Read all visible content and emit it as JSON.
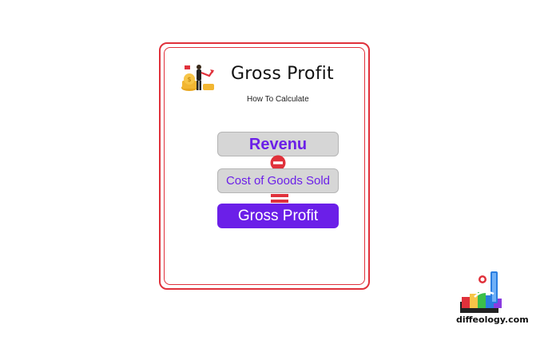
{
  "card": {
    "title": "Gross Profit",
    "subtitle": "How To Calculate",
    "illustration_icon": "businessman-money-growth-icon"
  },
  "formula": {
    "term1": "Revenu",
    "operator1_icon": "minus-circle-icon",
    "term2": "Cost of Goods Sold",
    "operator2_icon": "equals-icon",
    "result": "Gross Profit"
  },
  "colors": {
    "border_red": "#e0313b",
    "accent_purple": "#6b1fe8",
    "box_gray": "#d6d6d6"
  },
  "watermark": {
    "text": "diffeology.com",
    "logo_icon": "diffeology-logo-icon"
  }
}
